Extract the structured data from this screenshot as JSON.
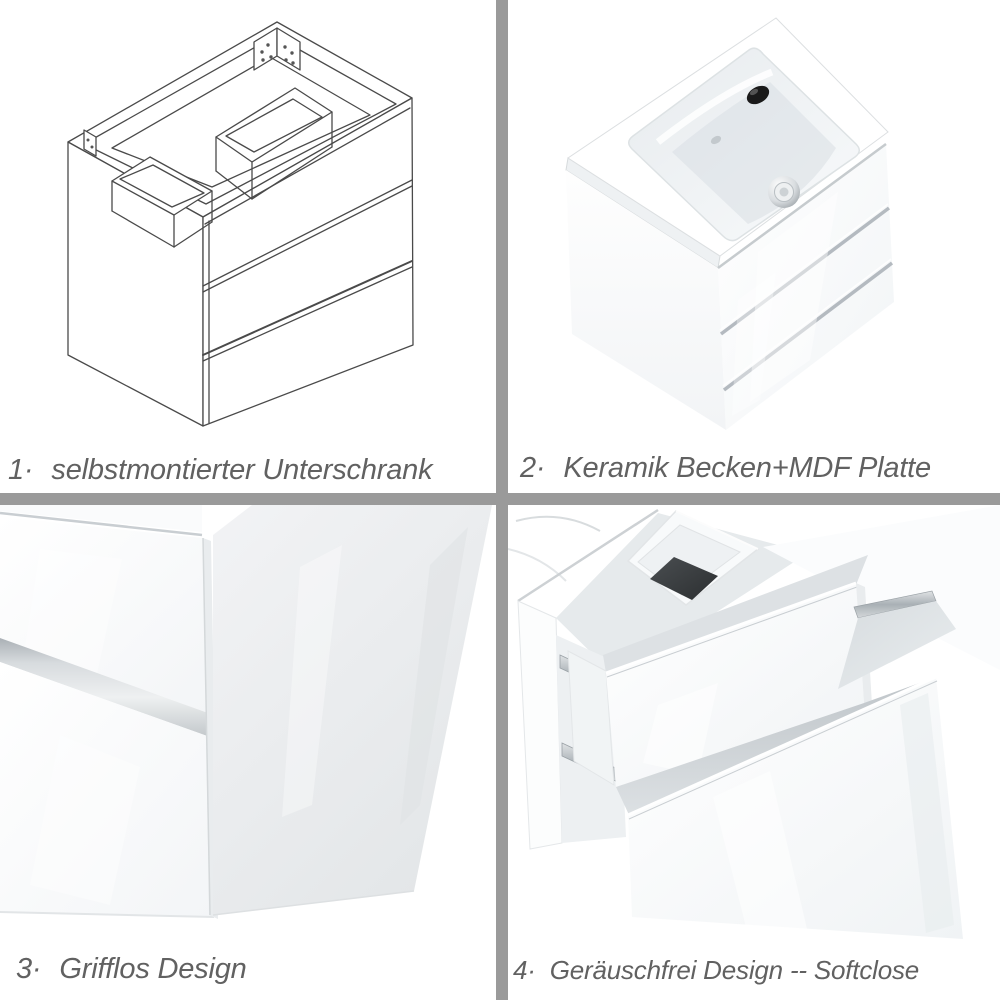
{
  "page": {
    "background": "#ffffff",
    "divider_color": "#9a9a9a",
    "caption_color": "#616161"
  },
  "panels": [
    {
      "number": "1·",
      "caption": "selbstmontierter Unterschrank",
      "image_alt": "isometric-wireframe-drawing-self-assembled-base-cabinet-with-two-drawer-boxes-and-mounting-brackets"
    },
    {
      "number": "2·",
      "caption": "Keramik Becken+MDF Platte",
      "image_alt": "white-gloss-vanity-top-view-ceramic-basin-faucet-hole-chrome-drain-two-drawers"
    },
    {
      "number": "3·",
      "caption": "Grifflos Design",
      "image_alt": "close-up-of-handleless-recessed-grip-groove-between-white-gloss-drawer-fronts"
    },
    {
      "number": "4·",
      "caption": "Geräuschfrei Design -- Softclose",
      "image_alt": "vanity-with-both-softclose-drawers-pulled-open-showing-drain-cutout-and-slide-rails"
    }
  ]
}
